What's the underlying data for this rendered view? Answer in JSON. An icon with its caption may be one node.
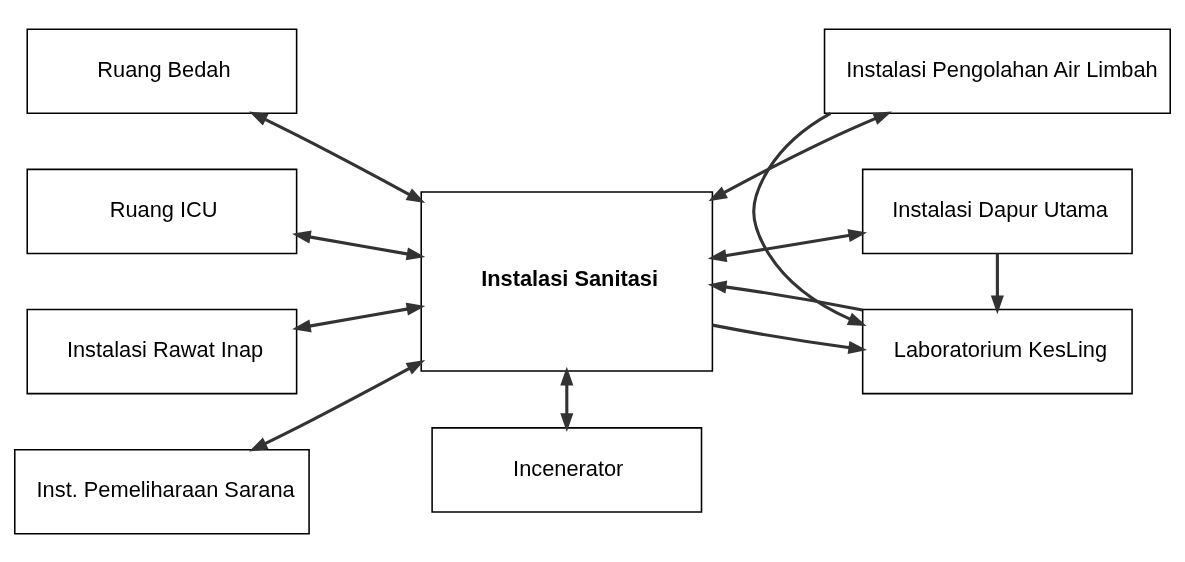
{
  "diagram": {
    "nodes": [
      {
        "text": [
          "Ruang Bedah"
        ]
      },
      {
        "text": [
          "Instalasi Pengolahan Air Limbah"
        ]
      },
      {
        "text": [
          "Ruang ICU"
        ]
      },
      {
        "text": [
          "Instalasi Sanitasi"
        ]
      },
      {
        "text": [
          "Laboratorium KesLing"
        ]
      },
      {
        "text": [
          "Instalasi Rawat Inap"
        ]
      },
      {
        "text": [
          "Inst. Pemeliharaan Sarana"
        ]
      },
      {
        "text": [
          "Incenerator"
        ]
      },
      {
        "text": [
          "Instalasi Dapur Utama"
        ]
      }
    ],
    "edges": [
      {
        "from": 0,
        "to": 3,
        "arrow": "both"
      },
      {
        "from": 3,
        "to": 1,
        "arrow": "both"
      },
      {
        "from": 2,
        "to": 3,
        "arrow": "both"
      },
      {
        "from": 5,
        "to": 3,
        "arrow": "both"
      },
      {
        "from": 6,
        "to": 3,
        "arrow": "both"
      },
      {
        "from": 3,
        "to": 7,
        "arrow": "both"
      },
      {
        "from": 3,
        "to": 8,
        "arrow": "both"
      },
      {
        "from": 1,
        "to": 4,
        "arrow": "to"
      },
      {
        "from": 3,
        "to": 4,
        "arrow": "to"
      },
      {
        "from": 4,
        "to": 3,
        "arrow": "to"
      },
      {
        "from": 8,
        "to": 4,
        "arrow": "to"
      }
    ]
  }
}
